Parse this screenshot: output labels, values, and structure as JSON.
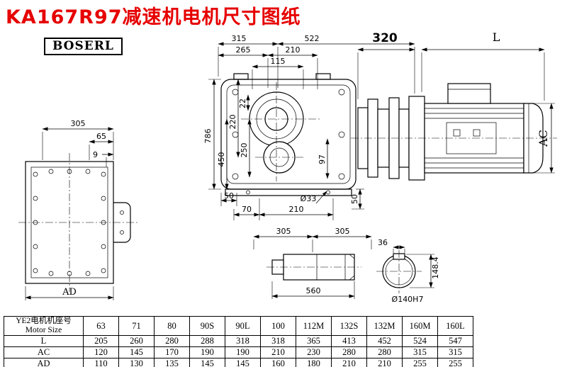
{
  "page": {
    "title": "KA167R97减速机电机尺寸图纸"
  },
  "logo": {
    "text": "BOSERL"
  },
  "dimensions": {
    "d305_left": "305",
    "d65": "65",
    "d9": "9",
    "dAD": "AD",
    "d315": "315",
    "d522": "522",
    "d265": "265",
    "d210_top": "210",
    "d115": "115",
    "d320": "320",
    "dL": "L",
    "dAC": "AC",
    "d786": "786",
    "d450": "450",
    "d220": "220",
    "d22": "22",
    "d250": "250",
    "d97": "97",
    "d50_left": "50",
    "d70": "70",
    "d210_bottom": "210",
    "d33": "Ø33",
    "d50_right": "50",
    "d305_a": "305",
    "d305_b": "305",
    "d560": "560",
    "d36": "36",
    "d148": "148.4",
    "d140": "Ø140H7"
  },
  "table": {
    "header": {
      "line1": "YE2电机机座号",
      "line2": "Motor Size"
    },
    "sizes": [
      "63",
      "71",
      "80",
      "90S",
      "90L",
      "100",
      "112M",
      "132S",
      "132M",
      "160M",
      "160L"
    ],
    "rows": [
      {
        "label": "L",
        "values": [
          "205",
          "260",
          "280",
          "288",
          "318",
          "318",
          "365",
          "413",
          "452",
          "524",
          "547"
        ]
      },
      {
        "label": "AC",
        "values": [
          "120",
          "145",
          "170",
          "190",
          "190",
          "210",
          "230",
          "280",
          "280",
          "315",
          "315"
        ]
      },
      {
        "label": "AD",
        "values": [
          "110",
          "130",
          "135",
          "145",
          "145",
          "160",
          "180",
          "210",
          "210",
          "255",
          "255"
        ]
      }
    ]
  }
}
